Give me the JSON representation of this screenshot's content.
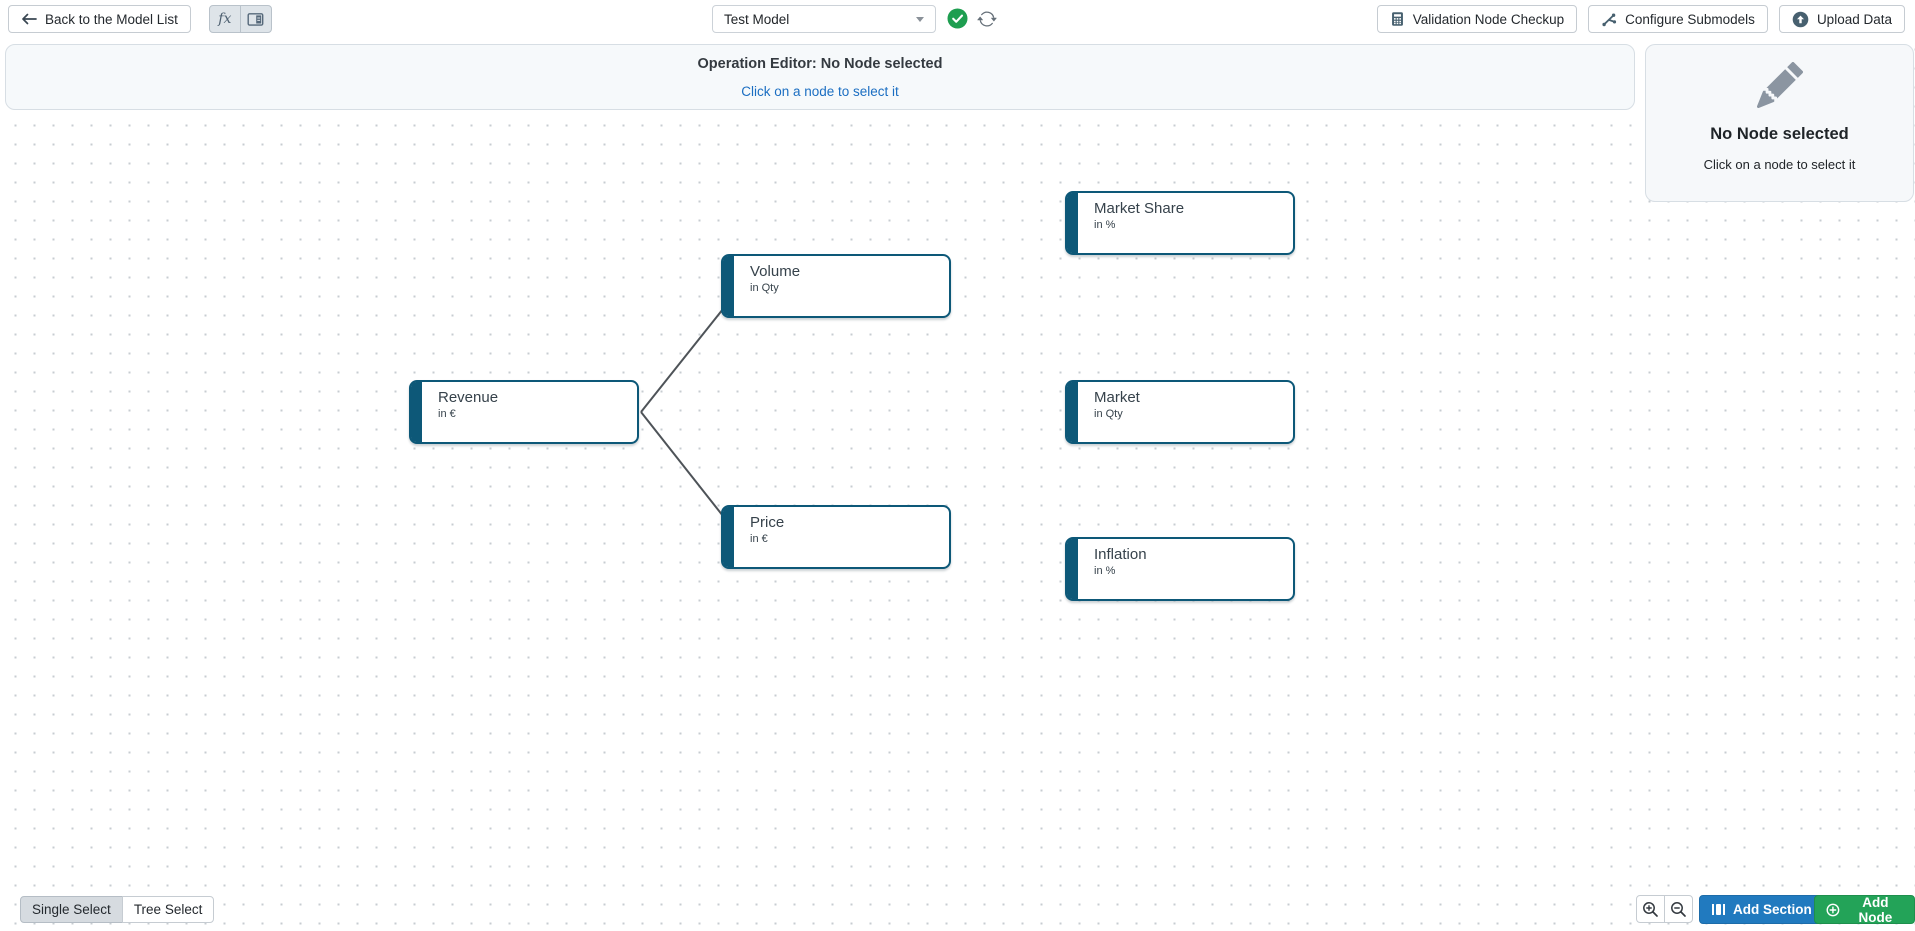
{
  "header": {
    "back_button": {
      "label": "Back to the Model List",
      "icon": "arrow-left-icon"
    },
    "fx_button": {
      "label": "fx"
    },
    "model_select": {
      "value": "Test Model"
    },
    "validation_button": {
      "label": "Validation Node Checkup",
      "icon": "calculator-icon"
    },
    "configure_button": {
      "label": "Configure Submodels",
      "icon": "branch-icon"
    },
    "upload_button": {
      "label": "Upload Data",
      "icon": "upload-icon"
    }
  },
  "operation_editor": {
    "title": "Operation Editor: No Node selected",
    "hint": "Click on a node to select it"
  },
  "node_inspector": {
    "title": "No Node selected",
    "hint": "Click on a node to select it",
    "icon": "pencil-icon"
  },
  "graph": {
    "nodes": [
      {
        "id": "market-share",
        "title": "Market Share",
        "unit": "in %"
      },
      {
        "id": "volume",
        "title": "Volume",
        "unit": "in Qty"
      },
      {
        "id": "revenue",
        "title": "Revenue",
        "unit": "in €"
      },
      {
        "id": "market",
        "title": "Market",
        "unit": "in Qty"
      },
      {
        "id": "price",
        "title": "Price",
        "unit": "in €"
      },
      {
        "id": "inflation",
        "title": "Inflation",
        "unit": "in %"
      }
    ],
    "edges": [
      {
        "from": "revenue",
        "to": "volume"
      },
      {
        "from": "revenue",
        "to": "price"
      }
    ]
  },
  "footer": {
    "single_select": "Single Select",
    "tree_select": "Tree Select",
    "add_section": "Add Section",
    "add_node": "Add Node"
  },
  "colors": {
    "node_accent": "#0d5878",
    "edge": "#4e5358",
    "link_blue": "#1b6ec2",
    "primary_button": "#217abf",
    "success_button": "#23a358",
    "check_green": "#1e9e50"
  }
}
